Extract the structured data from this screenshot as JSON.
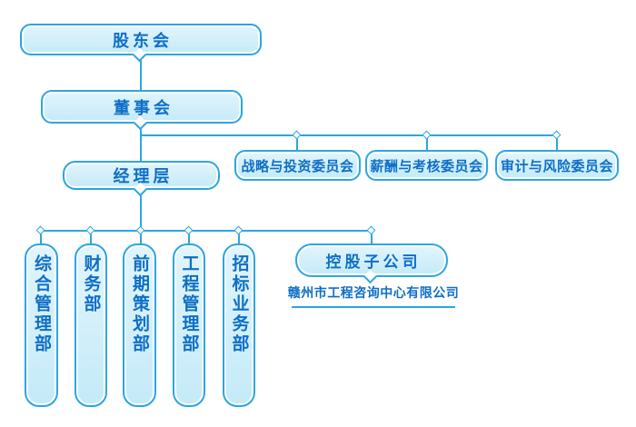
{
  "diagram": {
    "type": "org-chart",
    "root": {
      "label": "股东会"
    },
    "board": {
      "label": "董事会"
    },
    "management": {
      "label": "经理层"
    },
    "committees": [
      {
        "label": "战略与投资委员会"
      },
      {
        "label": "薪酬与考核委员会"
      },
      {
        "label": "审计与风险委员会"
      }
    ],
    "departments": [
      {
        "label": "综合管理部"
      },
      {
        "label": "财务部"
      },
      {
        "label": "前期策划部"
      },
      {
        "label": "工程管理部"
      },
      {
        "label": "招标业务部"
      }
    ],
    "subsidiary": {
      "label": "控股子公司",
      "company_name": "赣州市工程咨询中心有限公司"
    },
    "colors": {
      "line": "#2ba6e3",
      "box_border": "#2ba6e3",
      "box_fill_top": "#e2f5fd",
      "box_fill_bottom": "#c4eaf8",
      "text": "#0e6fc6",
      "background": "#ffffff"
    }
  }
}
